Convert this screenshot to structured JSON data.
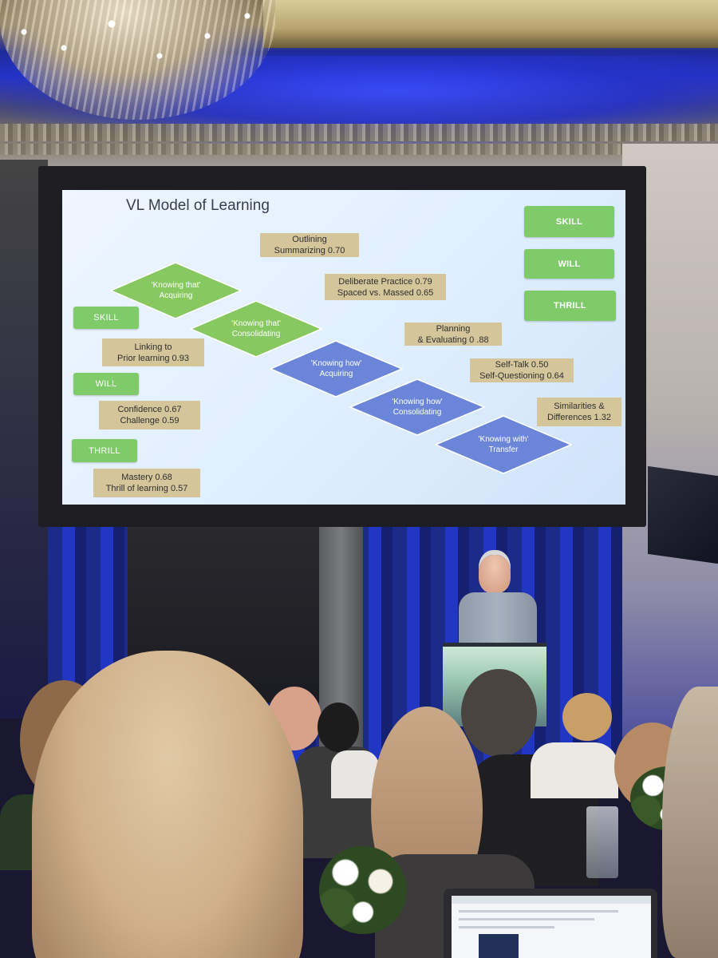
{
  "slide": {
    "title": "VL Model of Learning",
    "footer": "",
    "right_buttons": [
      "SKILL",
      "WILL",
      "THRILL"
    ],
    "left_buttons": [
      "SKILL",
      "WILL",
      "THRILL"
    ],
    "boxes": {
      "outlining": [
        "Outlining",
        "Summarizing  0.70"
      ],
      "deliberate": [
        "Deliberate Practice 0.79",
        "Spaced vs. Massed  0.65"
      ],
      "planning": [
        "Planning",
        "& Evaluating  0 .88"
      ],
      "selftalk": [
        "Self-Talk                0.50",
        "Self-Questioning 0.64"
      ],
      "similarities": [
        "Similarities &",
        "Differences 1.32"
      ],
      "linking": [
        "Linking to",
        "Prior learning  0.93"
      ],
      "confidence": [
        "Confidence 0.67",
        "Challenge   0.59"
      ],
      "mastery": [
        "Mastery              0.68",
        "Thrill of learning 0.57"
      ]
    },
    "diamonds": [
      [
        "'Knowing that'",
        "Acquiring"
      ],
      [
        "'Knowing that'",
        "Consolidating"
      ],
      [
        "'Knowing how'",
        "Acquiring"
      ],
      [
        "'Knowing how'",
        "Consolidating"
      ],
      [
        "'Knowing with'",
        "Transfer"
      ]
    ],
    "colors": {
      "green": "#7fcb6a",
      "tan": "#d4c69a",
      "diamond_green": "#88c860",
      "diamond_blue": "#6b86d8"
    }
  }
}
